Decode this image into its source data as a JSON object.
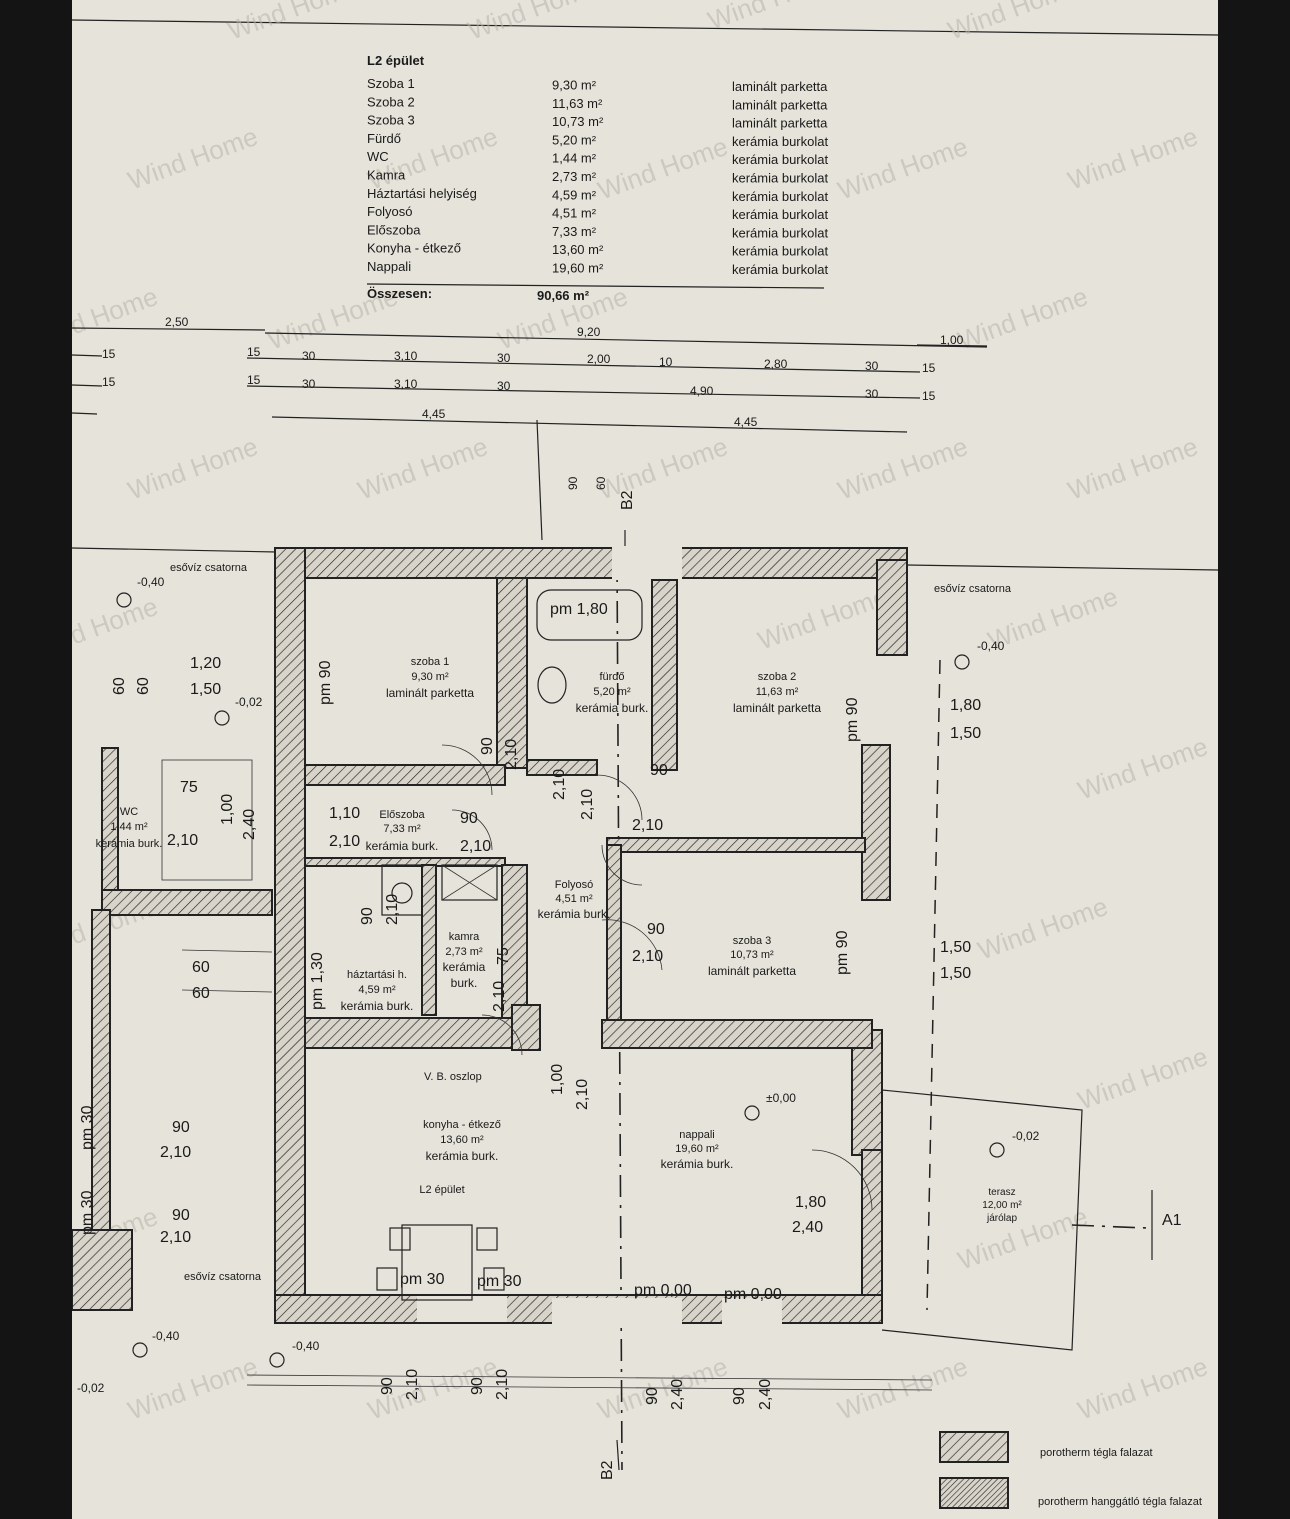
{
  "table": {
    "title": "L2 épület",
    "rows": [
      {
        "name": "Szoba 1",
        "area": "9,30 m²",
        "floor": "laminált parketta"
      },
      {
        "name": "Szoba 2",
        "area": "11,63 m²",
        "floor": "laminált parketta"
      },
      {
        "name": "Szoba 3",
        "area": "10,73 m²",
        "floor": "laminált parketta"
      },
      {
        "name": "Fürdő",
        "area": "5,20 m²",
        "floor": "kerámia burkolat"
      },
      {
        "name": "WC",
        "area": "1,44 m²",
        "floor": "kerámia burkolat"
      },
      {
        "name": "Kamra",
        "area": "2,73 m²",
        "floor": "kerámia burkolat"
      },
      {
        "name": "Háztartási helyiség",
        "area": "4,59 m²",
        "floor": "kerámia burkolat"
      },
      {
        "name": "Folyosó",
        "area": "4,51 m²",
        "floor": "kerámia burkolat"
      },
      {
        "name": "Előszoba",
        "area": "7,33 m²",
        "floor": "kerámia burkolat"
      },
      {
        "name": "Konyha - étkező",
        "area": "13,60 m²",
        "floor": "kerámia burkolat"
      },
      {
        "name": "Nappali",
        "area": "19,60 m²",
        "floor": "kerámia burkolat"
      }
    ],
    "total_label": "Összesen:",
    "total_value": "90,66 m²"
  },
  "watermark": "Wind Home",
  "dims": {
    "d250": "2,50",
    "d920": "9,20",
    "d100": "1,00",
    "d15": "15",
    "d30": "30",
    "d310": "3,10",
    "d200": "2,00",
    "d10": "10",
    "d280": "2,80",
    "d490": "4,90",
    "d445": "4,45"
  },
  "rooms": {
    "szoba1": {
      "name": "szoba 1",
      "area": "9,30 m²",
      "floor": "laminált parketta"
    },
    "szoba2": {
      "name": "szoba 2",
      "area": "11,63 m²",
      "floor": "laminált parketta"
    },
    "szoba3": {
      "name": "szoba 3",
      "area": "10,73 m²",
      "floor": "laminált parketta"
    },
    "furdo": {
      "name": "fürdő",
      "area": "5,20 m²",
      "floor": "kerámia burk."
    },
    "wc": {
      "name": "WC",
      "area": "1,44 m²",
      "floor": "kerámia burk."
    },
    "eloszoba": {
      "name": "Előszoba",
      "area": "7,33 m²",
      "floor": "kerámia burk."
    },
    "folyoso": {
      "name": "Folyosó",
      "area": "4,51 m²",
      "floor": "kerámia burk."
    },
    "kamra": {
      "name": "kamra",
      "area": "2,73 m²",
      "floor": "kerámia",
      "floor2": "burk."
    },
    "haztartasi": {
      "name": "háztartási h.",
      "area": "4,59 m²",
      "floor": "kerámia burk."
    },
    "konyha": {
      "name": "konyha - étkező",
      "area": "13,60 m²",
      "floor": "kerámia burk."
    },
    "nappali": {
      "name": "nappali",
      "area": "19,60 m²",
      "floor": "kerámia burk."
    },
    "terasz": {
      "name": "terasz",
      "area": "12,00 m²",
      "floor": "járólap"
    }
  },
  "labels": {
    "building": "L2 épület",
    "pm180": "pm 1,80",
    "pm90": "pm 90",
    "pm30": "pm 30",
    "pm0": "pm 0,00",
    "pm130": "pm 1,30",
    "gutter": "esővíz csatorna",
    "column": "V. B. oszlop",
    "lev_m040": "-0,40",
    "lev_m002": "-0,02",
    "lev_0": "±0,00",
    "section_b2": "B2",
    "section_a1": "A1",
    "w120": "1,20",
    "w150": "1,50",
    "w180": "1,80",
    "w110": "1,10",
    "w210": "2,10",
    "w90": "90",
    "w60": "60",
    "w75": "75",
    "w240": "2,40",
    "w100": "1,00"
  },
  "legend": {
    "item1": "porotherm tégla falazat",
    "item2": "porotherm hanggátló tégla falazat"
  }
}
